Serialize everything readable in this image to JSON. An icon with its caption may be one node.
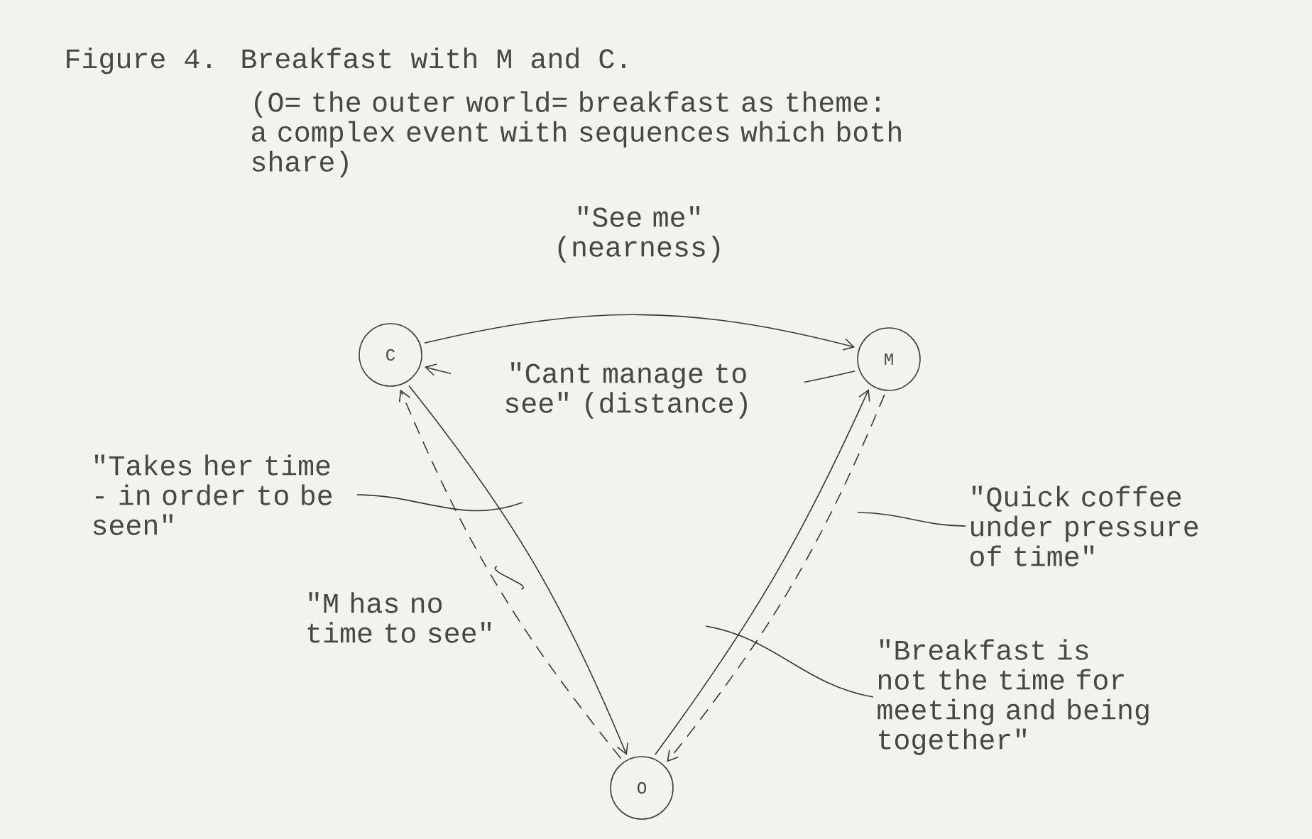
{
  "diagram": {
    "title": "Figure 4. Breakfast with M and C.",
    "caption": "(O= the outer world= breakfast as theme: a complex event with sequences which both share)",
    "nodes": [
      {
        "text": [
          "C"
        ]
      },
      {
        "text": [
          "M"
        ]
      },
      {
        "text": [
          "O"
        ]
      },
      {
        "text": [
          "\"Takes her time - in order to be seen\""
        ]
      },
      {
        "text": [
          "\"M has no time to see\""
        ]
      },
      {
        "text": [
          "\"Quick coffee under pressure of time\""
        ]
      },
      {
        "text": [
          "\"Breakfast is not the time for meeting and being together\""
        ]
      }
    ],
    "edges": [
      {
        "from": 0,
        "to": 1,
        "arrow": "to",
        "label": "\"See me\" (nearness)"
      },
      {
        "from": 1,
        "to": 0,
        "arrow": "to",
        "label": "\"Cant manage to see\" (distance)"
      },
      {
        "from": 0,
        "to": 2,
        "arrow": "to"
      },
      {
        "from": 2,
        "to": 0,
        "arrow": "to",
        "style": "dashed"
      },
      {
        "from": 2,
        "to": 1,
        "arrow": "to"
      },
      {
        "from": 1,
        "to": 2,
        "arrow": "to",
        "style": "dashed"
      },
      {
        "from": 3,
        "to": null,
        "arrow": "none"
      },
      {
        "from": 4,
        "to": null,
        "arrow": "none"
      },
      {
        "from": 5,
        "to": null,
        "arrow": "none"
      },
      {
        "from": 6,
        "to": null,
        "arrow": "none"
      }
    ]
  }
}
